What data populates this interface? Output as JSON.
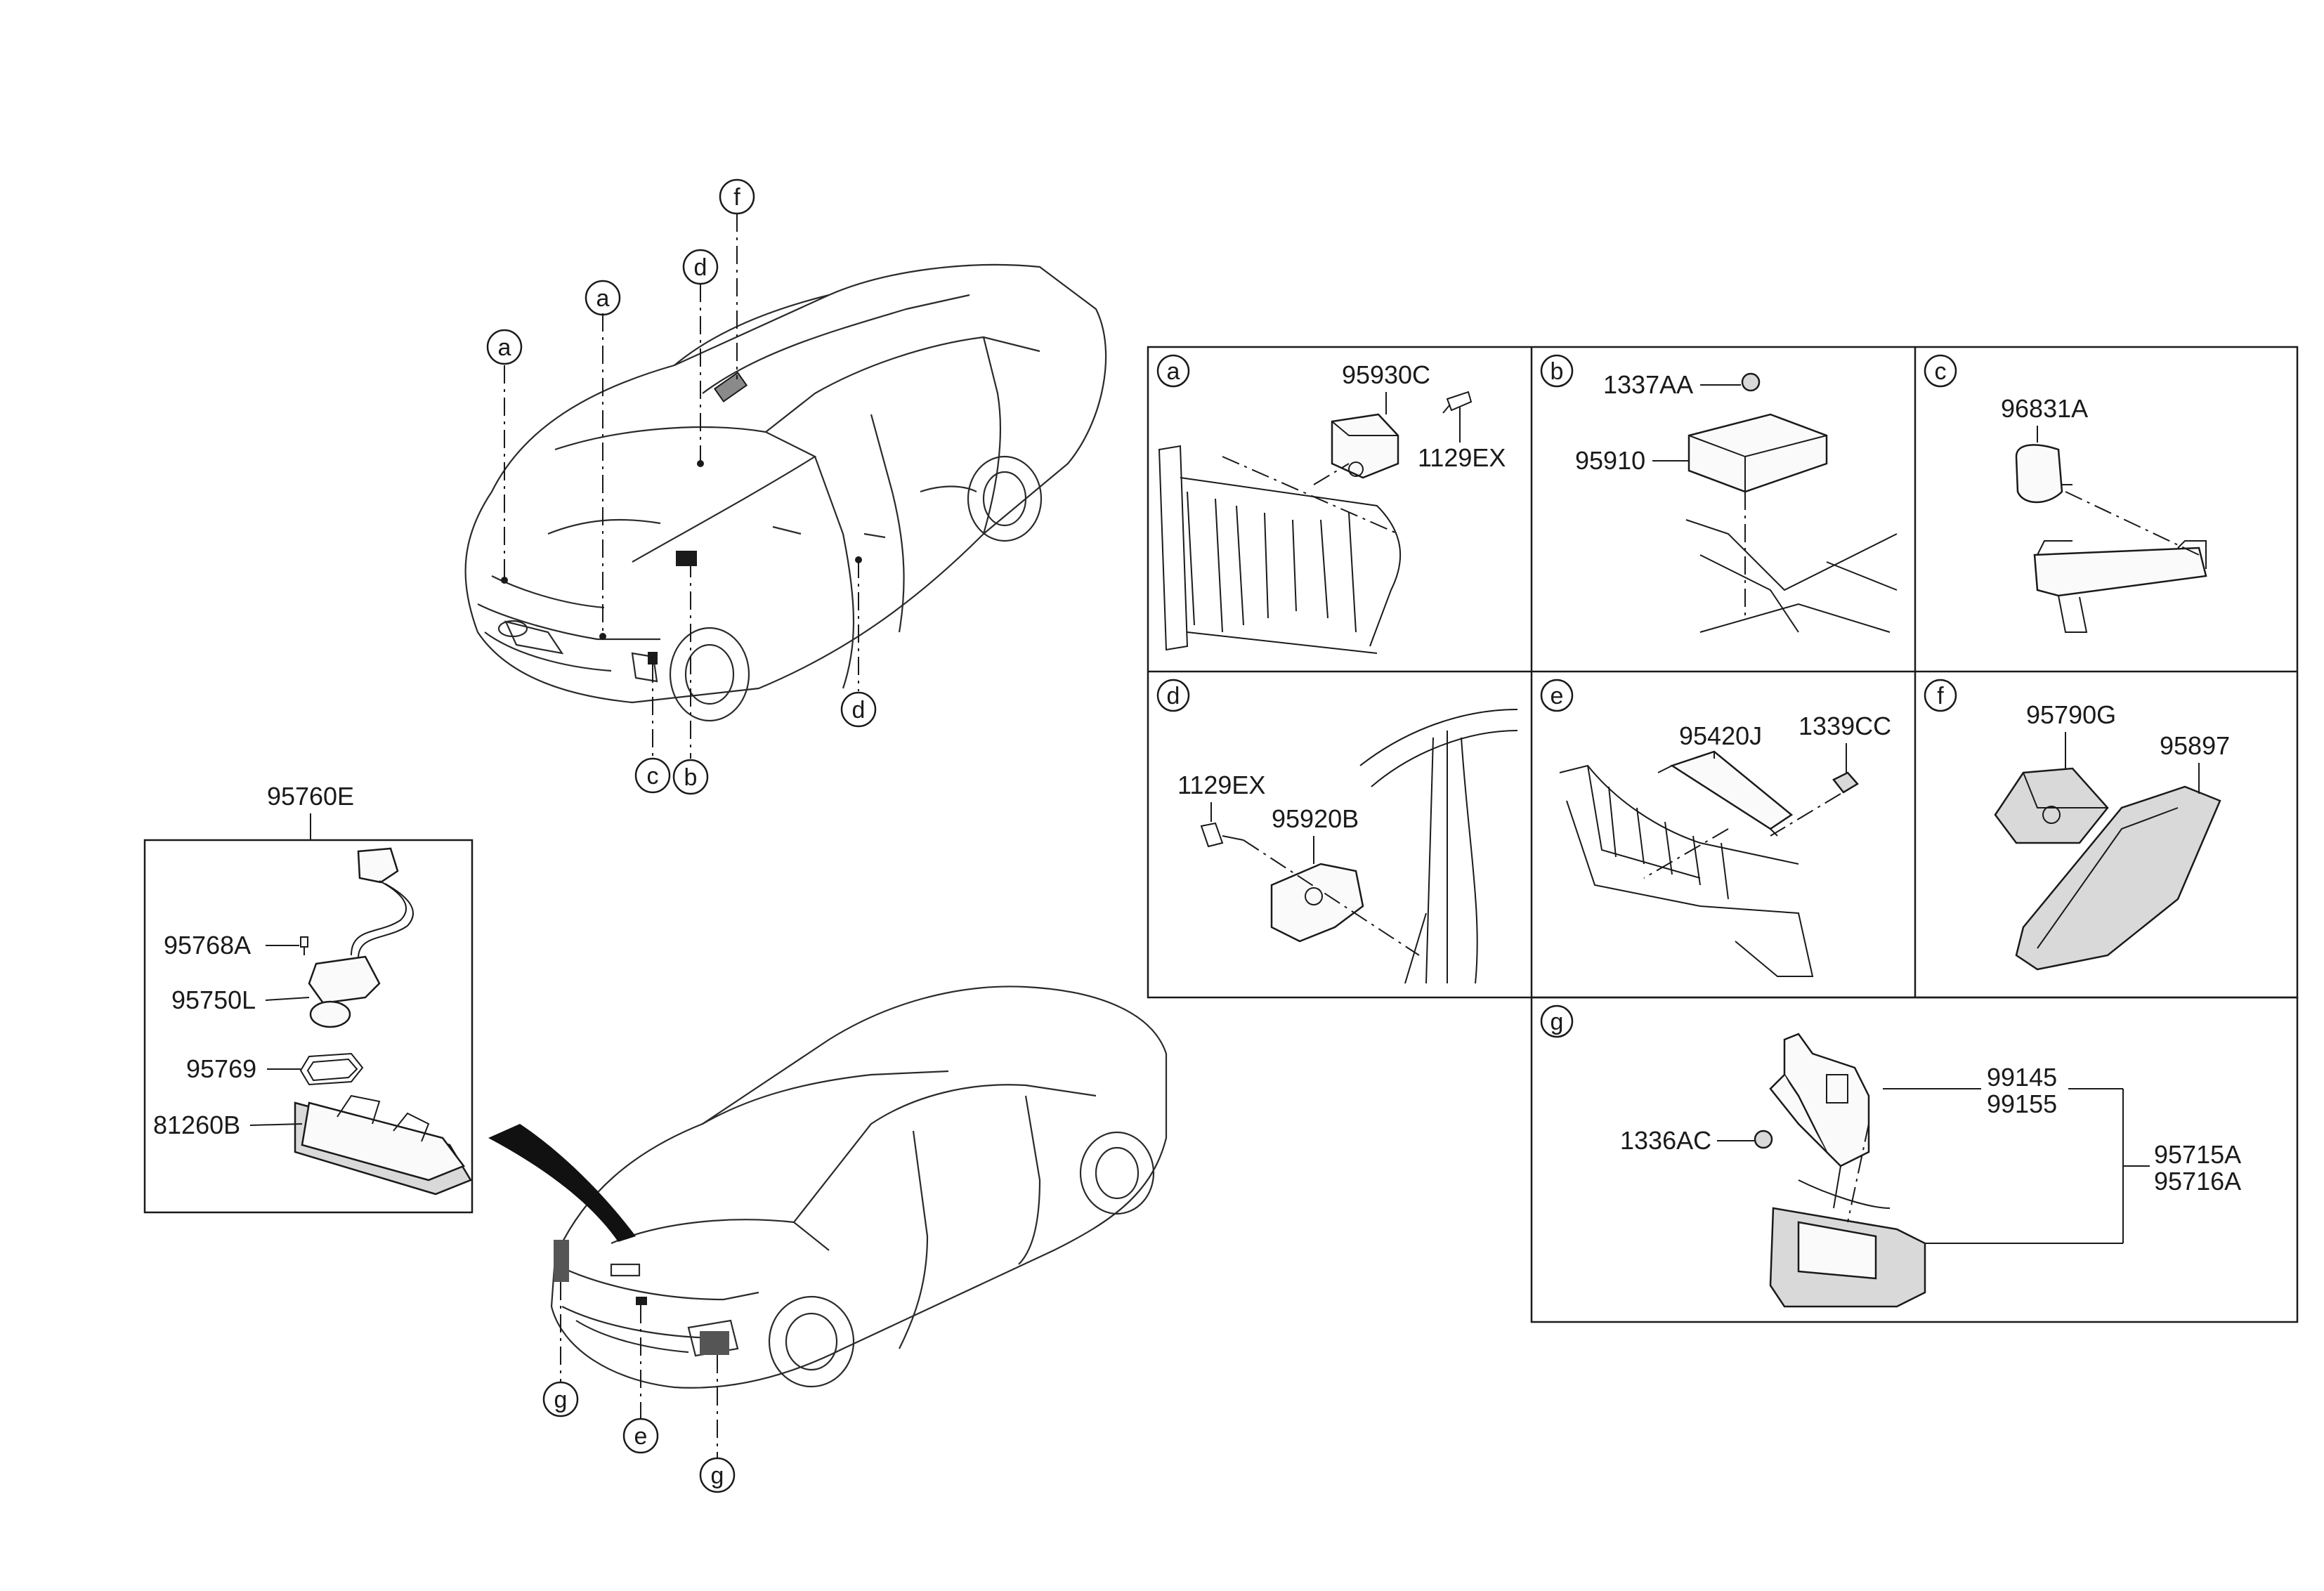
{
  "labels": {
    "p95930C": "95930C",
    "p1129EX_a": "1129EX",
    "p1337AA": "1337AA",
    "p95910": "95910",
    "p96831A": "96831A",
    "p1129EX_d": "1129EX",
    "p95920B": "95920B",
    "p95420J": "95420J",
    "p1339CC": "1339CC",
    "p95790G": "95790G",
    "p95897": "95897",
    "p99145": "99145",
    "p99155": "99155",
    "p1336AC": "1336AC",
    "p95715A": "95715A",
    "p95716A": "95716A",
    "p95760E": "95760E",
    "p95768A": "95768A",
    "p95750L": "95750L",
    "p95769": "95769",
    "p81260B": "81260B"
  },
  "refs": {
    "a": "a",
    "b": "b",
    "c": "c",
    "d": "d",
    "e": "e",
    "f": "f",
    "g": "g"
  }
}
